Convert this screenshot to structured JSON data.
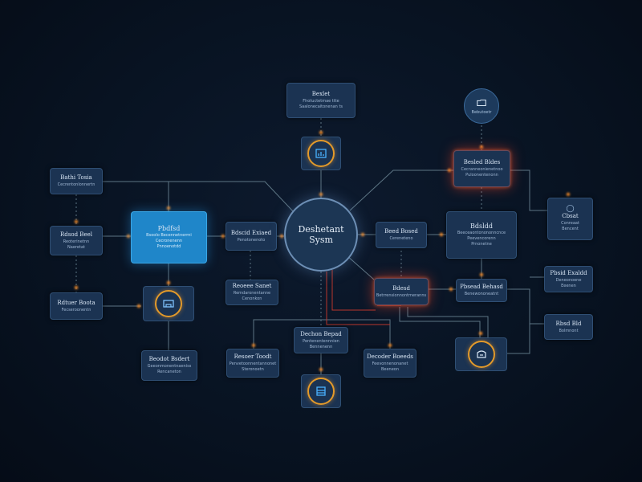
{
  "colors": {
    "background": "#081322",
    "node": "#1b3352",
    "accent": "#1f86c9",
    "connector": "#6d8796",
    "dot": "#e8872a",
    "red_line": "#b8362c"
  },
  "hub": {
    "label": "Deshetant\nSysm"
  },
  "nodes": [
    {
      "id": "top",
      "title": "Bexlet",
      "sub": "Fhotuctetmae ttte\nSaalonecaitonenan ts"
    },
    {
      "id": "left-1",
      "title": "Bathi Tosia",
      "sub": "Cecrentonlonnertn"
    },
    {
      "id": "left-2",
      "title": "Rdsod Beel",
      "sub": "Reoterinetnn\nNaeretat"
    },
    {
      "id": "left-3",
      "title": "Rdtuer Boota",
      "sub": "Fecseroonentn"
    },
    {
      "id": "accent",
      "title": "Pbdfsd",
      "sub": "Bsoolo Becennetnerrni\nCecronenenn\nPnnoenotdd"
    },
    {
      "id": "mid-left",
      "title": "Bdscid Exiaed",
      "sub": "Penotonenoto"
    },
    {
      "id": "mid-left-2",
      "title": "Reoeee Sanet",
      "sub": "Remdaronentanne\nCenonkon"
    },
    {
      "id": "bottom-left",
      "title": "Beodot Bsdert",
      "sub": "Geeonmonentnaeniss\nRencaneton"
    },
    {
      "id": "bottom-mid-1",
      "title": "Resoer Toodt",
      "sub": "Penvetoonnentannonet\nSteronoetn"
    },
    {
      "id": "bottom-center",
      "title": "Dechon Bepad",
      "sub": "Pentenentennnien\nBennenenn"
    },
    {
      "id": "bottom-mid-2",
      "title": "Decoder Boeeds",
      "sub": "Feevonnenonanet\nBeeneon"
    },
    {
      "id": "right-mid",
      "title": "Beed Bosed",
      "sub": "Cereneteno"
    },
    {
      "id": "red-center",
      "title": "Bdesd",
      "sub": "Betrrensionnontmeranns"
    },
    {
      "id": "top-right",
      "title": "Besled Bldes",
      "sub": "Cecranneonienetnoo\nPuloonentenonn"
    },
    {
      "id": "right-large",
      "title": "Bdsldd",
      "sub": "Beeceaontonononncnce\nPeevencorenn\nPrnonetne"
    },
    {
      "id": "right-small",
      "title": "Pbsead Behasd",
      "sub": "Benewononeatnt"
    },
    {
      "id": "far-right-1",
      "title": "Cbsat",
      "sub": "Conreaat\nBencent"
    },
    {
      "id": "far-right-2",
      "title": "Pbsid Exaldd",
      "sub": "Deneonoene\nEeenen"
    },
    {
      "id": "far-right-3",
      "title": "Rbsd Bld",
      "sub": "Bolmnont"
    }
  ],
  "badge": {
    "sub": "Bebutoetr"
  },
  "icons": [
    "chart-icon",
    "database-icon",
    "monitor-icon",
    "network-icon",
    "storage-icon"
  ]
}
